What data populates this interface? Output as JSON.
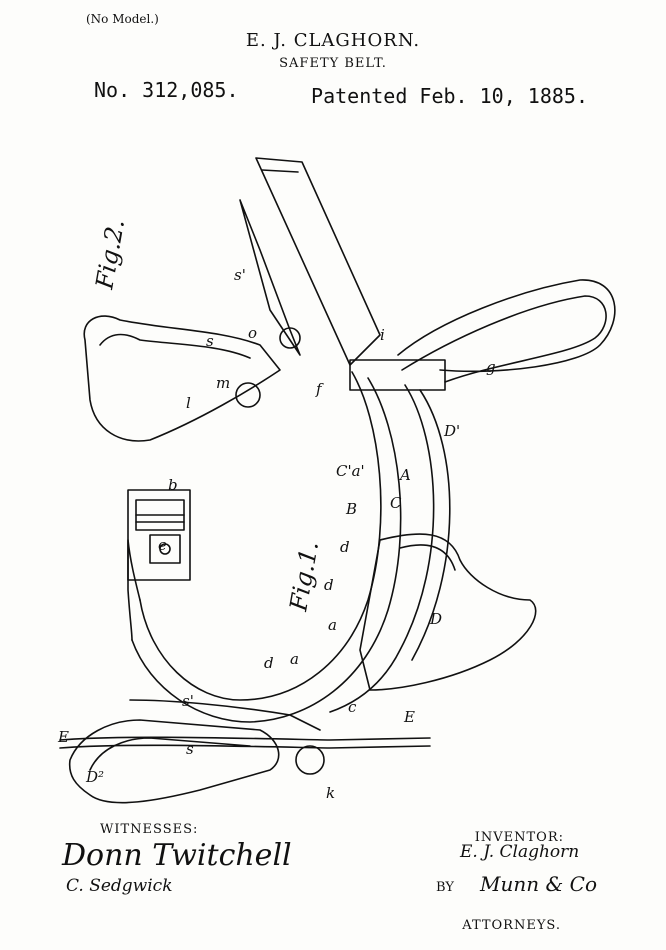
{
  "header": {
    "no_model": "(No Model.)",
    "inventor_name": "E. J. CLAGHORN.",
    "title": "SAFETY BELT.",
    "patent_number": "No. 312,085.",
    "patent_date": "Patented Feb. 10, 1885."
  },
  "figures": {
    "fig1": "Fig.1.",
    "fig2": "Fig.2."
  },
  "reference_letters": {
    "b_top": "b",
    "e": "e",
    "s_prime_top": "s'",
    "s_top": "s",
    "o": "o",
    "m": "m",
    "l": "l",
    "i": "i",
    "f": "f",
    "g": "g",
    "c_a_prime": "C'a'",
    "d_prime": "D'",
    "c": "C",
    "a": "A",
    "b_cap": "B",
    "d_lower_1": "d",
    "d_lower_2": "d",
    "a_lower_1": "a",
    "a_lower_2": "a",
    "d_lower_3": "d",
    "d_cap": "D",
    "s_prime_bottom": "s'",
    "s_bottom": "s",
    "e_cap_left": "E",
    "e_cap_right": "E",
    "d_squared": "D²",
    "k": "k",
    "c_lower": "c"
  },
  "footer": {
    "witnesses_label": "WITNESSES:",
    "inventor_label": "INVENTOR:",
    "by_label": "BY",
    "attorneys_label": "ATTORNEYS."
  }
}
